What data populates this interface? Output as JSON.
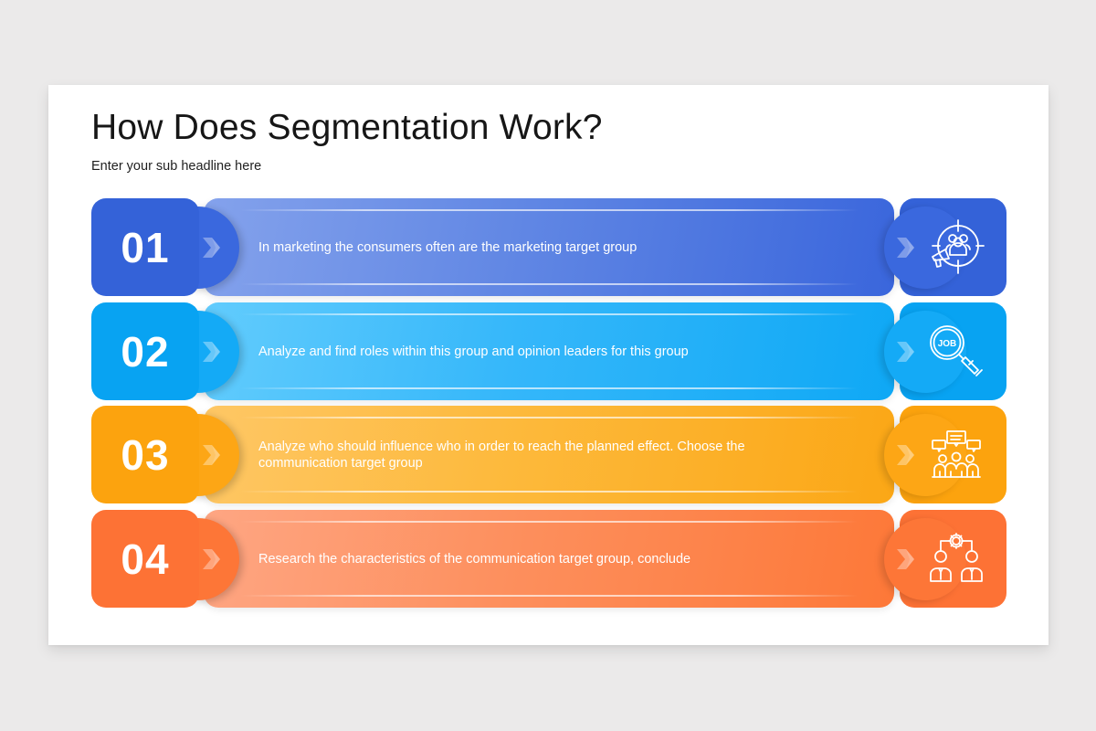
{
  "slide": {
    "title": "How Does Segmentation Work?",
    "subtitle": "Enter your sub headline here"
  },
  "steps": [
    {
      "number": "01",
      "text": "In marketing the consumers often are the marketing target group",
      "icon": "target-audience-megaphone-icon",
      "colors": {
        "tab": "#3462d8",
        "bar_start": "#7e9deb",
        "bar_end": "#3a66dc",
        "bulge": "#3a68de"
      }
    },
    {
      "number": "02",
      "text": "Analyze and find roles within this group and opinion leaders for this group",
      "icon": "job-search-magnifier-icon",
      "icon_label": "JOB",
      "colors": {
        "tab": "#08a3f2",
        "bar_start": "#5ac8fc",
        "bar_end": "#10a9f5",
        "bulge": "#14aaf6"
      }
    },
    {
      "number": "03",
      "text": "Analyze who should influence who in order to reach the planned effect. Choose the communication target group",
      "icon": "group-discussion-icon",
      "colors": {
        "tab": "#fca30e",
        "bar_start": "#fdc35e",
        "bar_end": "#fba716",
        "bulge": "#fda615"
      }
    },
    {
      "number": "04",
      "text": "Research the characteristics of the communication target group, conclude",
      "icon": "team-hierarchy-gear-icon",
      "colors": {
        "tab": "#fd7235",
        "bar_start": "#fea27f",
        "bar_end": "#fd7838",
        "bulge": "#fd7637"
      }
    }
  ]
}
